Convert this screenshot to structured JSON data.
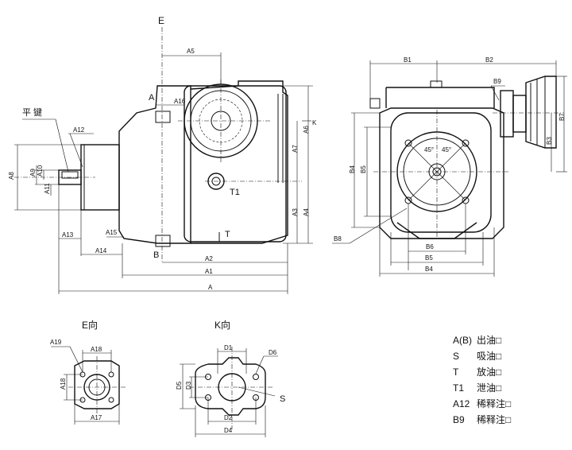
{
  "main_view": {
    "section_E": "E",
    "flat_key_label": "平  键",
    "labels": {
      "A": "A",
      "B": "B",
      "T1": "T1",
      "T": "T",
      "K": "K"
    },
    "dims": {
      "A5": "A5",
      "A16": "A16",
      "A12": "A12",
      "A8": "A8",
      "A9": "A9",
      "A10": "A10",
      "A11": "A11",
      "A13": "A13",
      "A14": "A14",
      "A15": "A15",
      "A2": "A2",
      "A1": "A1",
      "A": "A",
      "A7": "A7",
      "A6": "A6",
      "A3": "A3",
      "A4": "A4"
    }
  },
  "side_view": {
    "dims": {
      "B1": "B1",
      "B2": "B2",
      "B9": "B9",
      "B7": "B7",
      "B3": "B3",
      "B4": "B4",
      "B5": "B5",
      "B6": "B6",
      "B8": "B8",
      "B5b": "B5",
      "B4b": "B4"
    },
    "angles": [
      "45°",
      "45°"
    ]
  },
  "e_view": {
    "title": "E向",
    "dims": {
      "A19": "A19",
      "A18": "A18",
      "A18v": "A18",
      "A17": "A17"
    }
  },
  "k_view": {
    "title": "K向",
    "dims": {
      "D1": "D1",
      "D6": "D6",
      "D5": "D5",
      "D3": "D3",
      "D2": "D2",
      "D4": "D4",
      "S": "S"
    }
  },
  "legend": [
    {
      "code": "A(B)",
      "desc": "出油□"
    },
    {
      "code": "S",
      "desc": "吸油□"
    },
    {
      "code": "T",
      "desc": "放油□"
    },
    {
      "code": "T1",
      "desc": "泄油□"
    },
    {
      "code": "A12",
      "desc": "稀释注□"
    },
    {
      "code": "B9",
      "desc": "稀释注□"
    }
  ]
}
